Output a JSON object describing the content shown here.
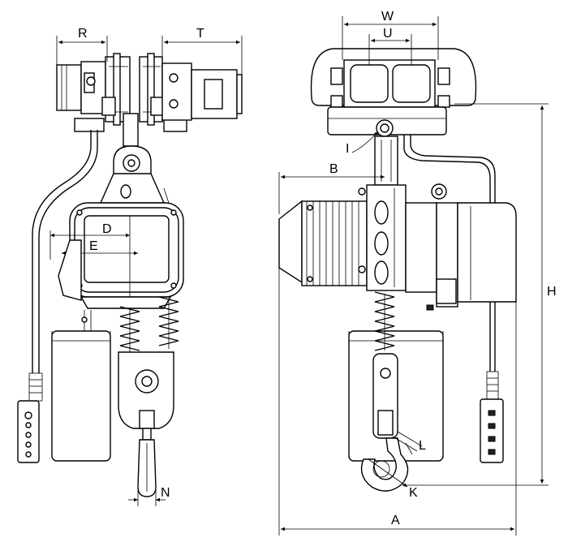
{
  "labels": {
    "R": "R",
    "T": "T",
    "D": "D",
    "E": "E",
    "N": "N",
    "W": "W",
    "U": "U",
    "I": "I",
    "B": "B",
    "H": "H",
    "L": "L",
    "K": "K",
    "A": "A"
  }
}
